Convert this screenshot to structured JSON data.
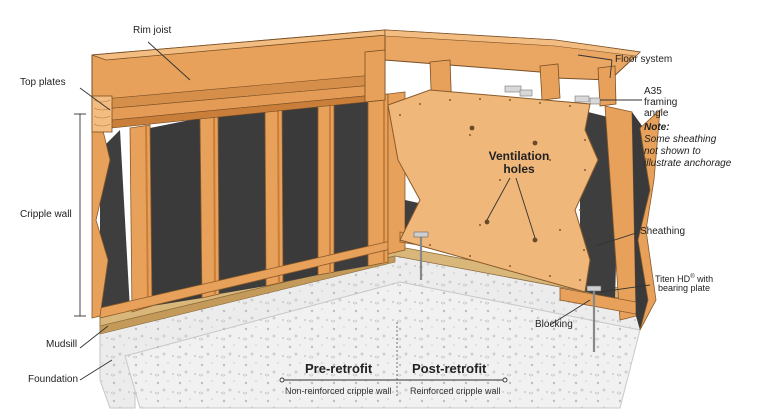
{
  "labels": {
    "rim_joist": "Rim joist",
    "top_plates": "Top plates",
    "cripple_wall": "Cripple wall",
    "mudsill": "Mudsill",
    "foundation": "Foundation",
    "floor_system": "Floor system",
    "a35_line1": "A35",
    "a35_line2": "framing",
    "a35_line3": "angle",
    "note_title": "Note:",
    "note_line1": "Some sheathing",
    "note_line2": "not shown to",
    "note_line3": "illustrate anchorage",
    "ventilation_line1": "Ventilation",
    "ventilation_line2": "holes",
    "sheathing": "Sheathing",
    "titen_line1": "Titen HD",
    "titen_reg": "®",
    "titen_with": " with",
    "titen_line2": "bearing plate",
    "blocking": "Blocking"
  },
  "comparison": {
    "pre_title": "Pre-retrofit",
    "pre_subtitle": "Non-reinforced cripple wall",
    "post_title": "Post-retrofit",
    "post_subtitle": "Reinforced cripple wall"
  },
  "colors": {
    "wood": "#E8A15A",
    "wood_dark": "#C97F3A",
    "wood_light": "#F3BD82",
    "sheathing": "#F0B77A",
    "membrane": "#3E3E3E",
    "concrete": "#EDEDED",
    "concrete_edge": "#BDBDBD",
    "mudsill": "#D9B77A",
    "outline": "#6B4A2A"
  }
}
